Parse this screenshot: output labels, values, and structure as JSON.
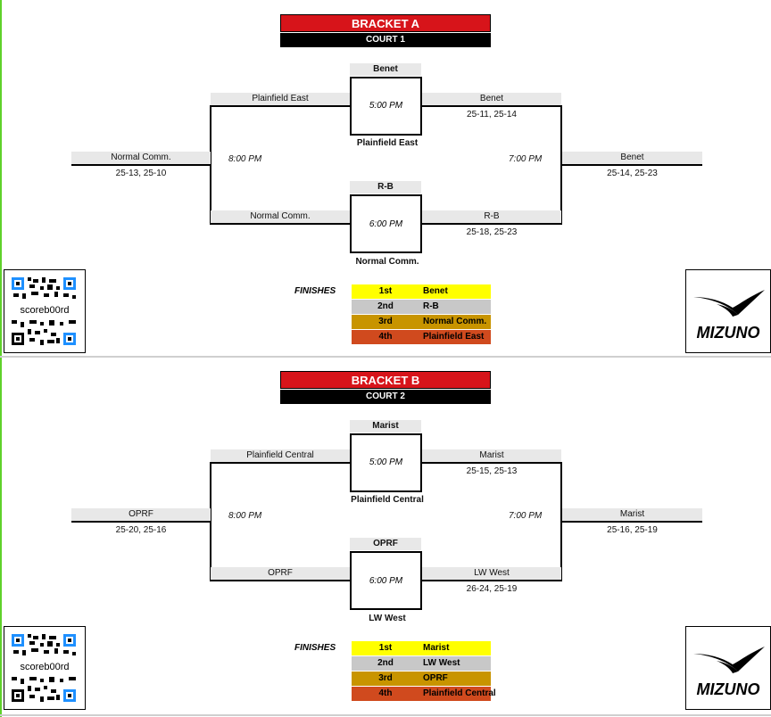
{
  "brackets": [
    {
      "title": "BRACKET A",
      "court": "COURT 1",
      "top_label": "Benet",
      "top_time": "5:00 PM",
      "top_below": "Plainfield East",
      "upper_left_team": "Plainfield East",
      "upper_right_team": "Benet",
      "upper_right_score": "25-11, 25-14",
      "bottom_label": "R-B",
      "bottom_time": "6:00 PM",
      "bottom_below": "Normal Comm.",
      "lower_left_team": "Normal Comm.",
      "lower_right_team": "R-B",
      "lower_right_score": "25-18, 25-23",
      "left_final_team": "Normal Comm.",
      "left_final_score": "25-13, 25-10",
      "left_time": "8:00 PM",
      "right_time": "7:00 PM",
      "right_final_team": "Benet",
      "right_final_score": "25-14, 25-23",
      "finishes_label": "FINISHES",
      "finishes": [
        {
          "place": "1st",
          "team": "Benet",
          "color": "#ffff00"
        },
        {
          "place": "2nd",
          "team": "R-B",
          "color": "#c8c8c8"
        },
        {
          "place": "3rd",
          "team": "Normal Comm.",
          "color": "#c89400"
        },
        {
          "place": "4th",
          "team": "Plainfield East",
          "color": "#d04a1e"
        }
      ],
      "qr_text": "scoreb00rd",
      "logo_text": "MIZUNO"
    },
    {
      "title": "BRACKET B",
      "court": "COURT 2",
      "top_label": "Marist",
      "top_time": "5:00 PM",
      "top_below": "Plainfield Central",
      "upper_left_team": "Plainfield Central",
      "upper_right_team": "Marist",
      "upper_right_score": "25-15, 25-13",
      "bottom_label": "OPRF",
      "bottom_time": "6:00 PM",
      "bottom_below": "LW West",
      "lower_left_team": "OPRF",
      "lower_right_team": "LW West",
      "lower_right_score": "26-24, 25-19",
      "left_final_team": "OPRF",
      "left_final_score": "25-20, 25-16",
      "left_time": "8:00 PM",
      "right_time": "7:00 PM",
      "right_final_team": "Marist",
      "right_final_score": "25-16, 25-19",
      "finishes_label": "FINISHES",
      "finishes": [
        {
          "place": "1st",
          "team": "Marist",
          "color": "#ffff00"
        },
        {
          "place": "2nd",
          "team": "LW West",
          "color": "#c8c8c8"
        },
        {
          "place": "3rd",
          "team": "OPRF",
          "color": "#c89400"
        },
        {
          "place": "4th",
          "team": "Plainfield Central",
          "color": "#d04a1e"
        }
      ],
      "qr_text": "scoreb00rd",
      "logo_text": "MIZUNO"
    }
  ]
}
